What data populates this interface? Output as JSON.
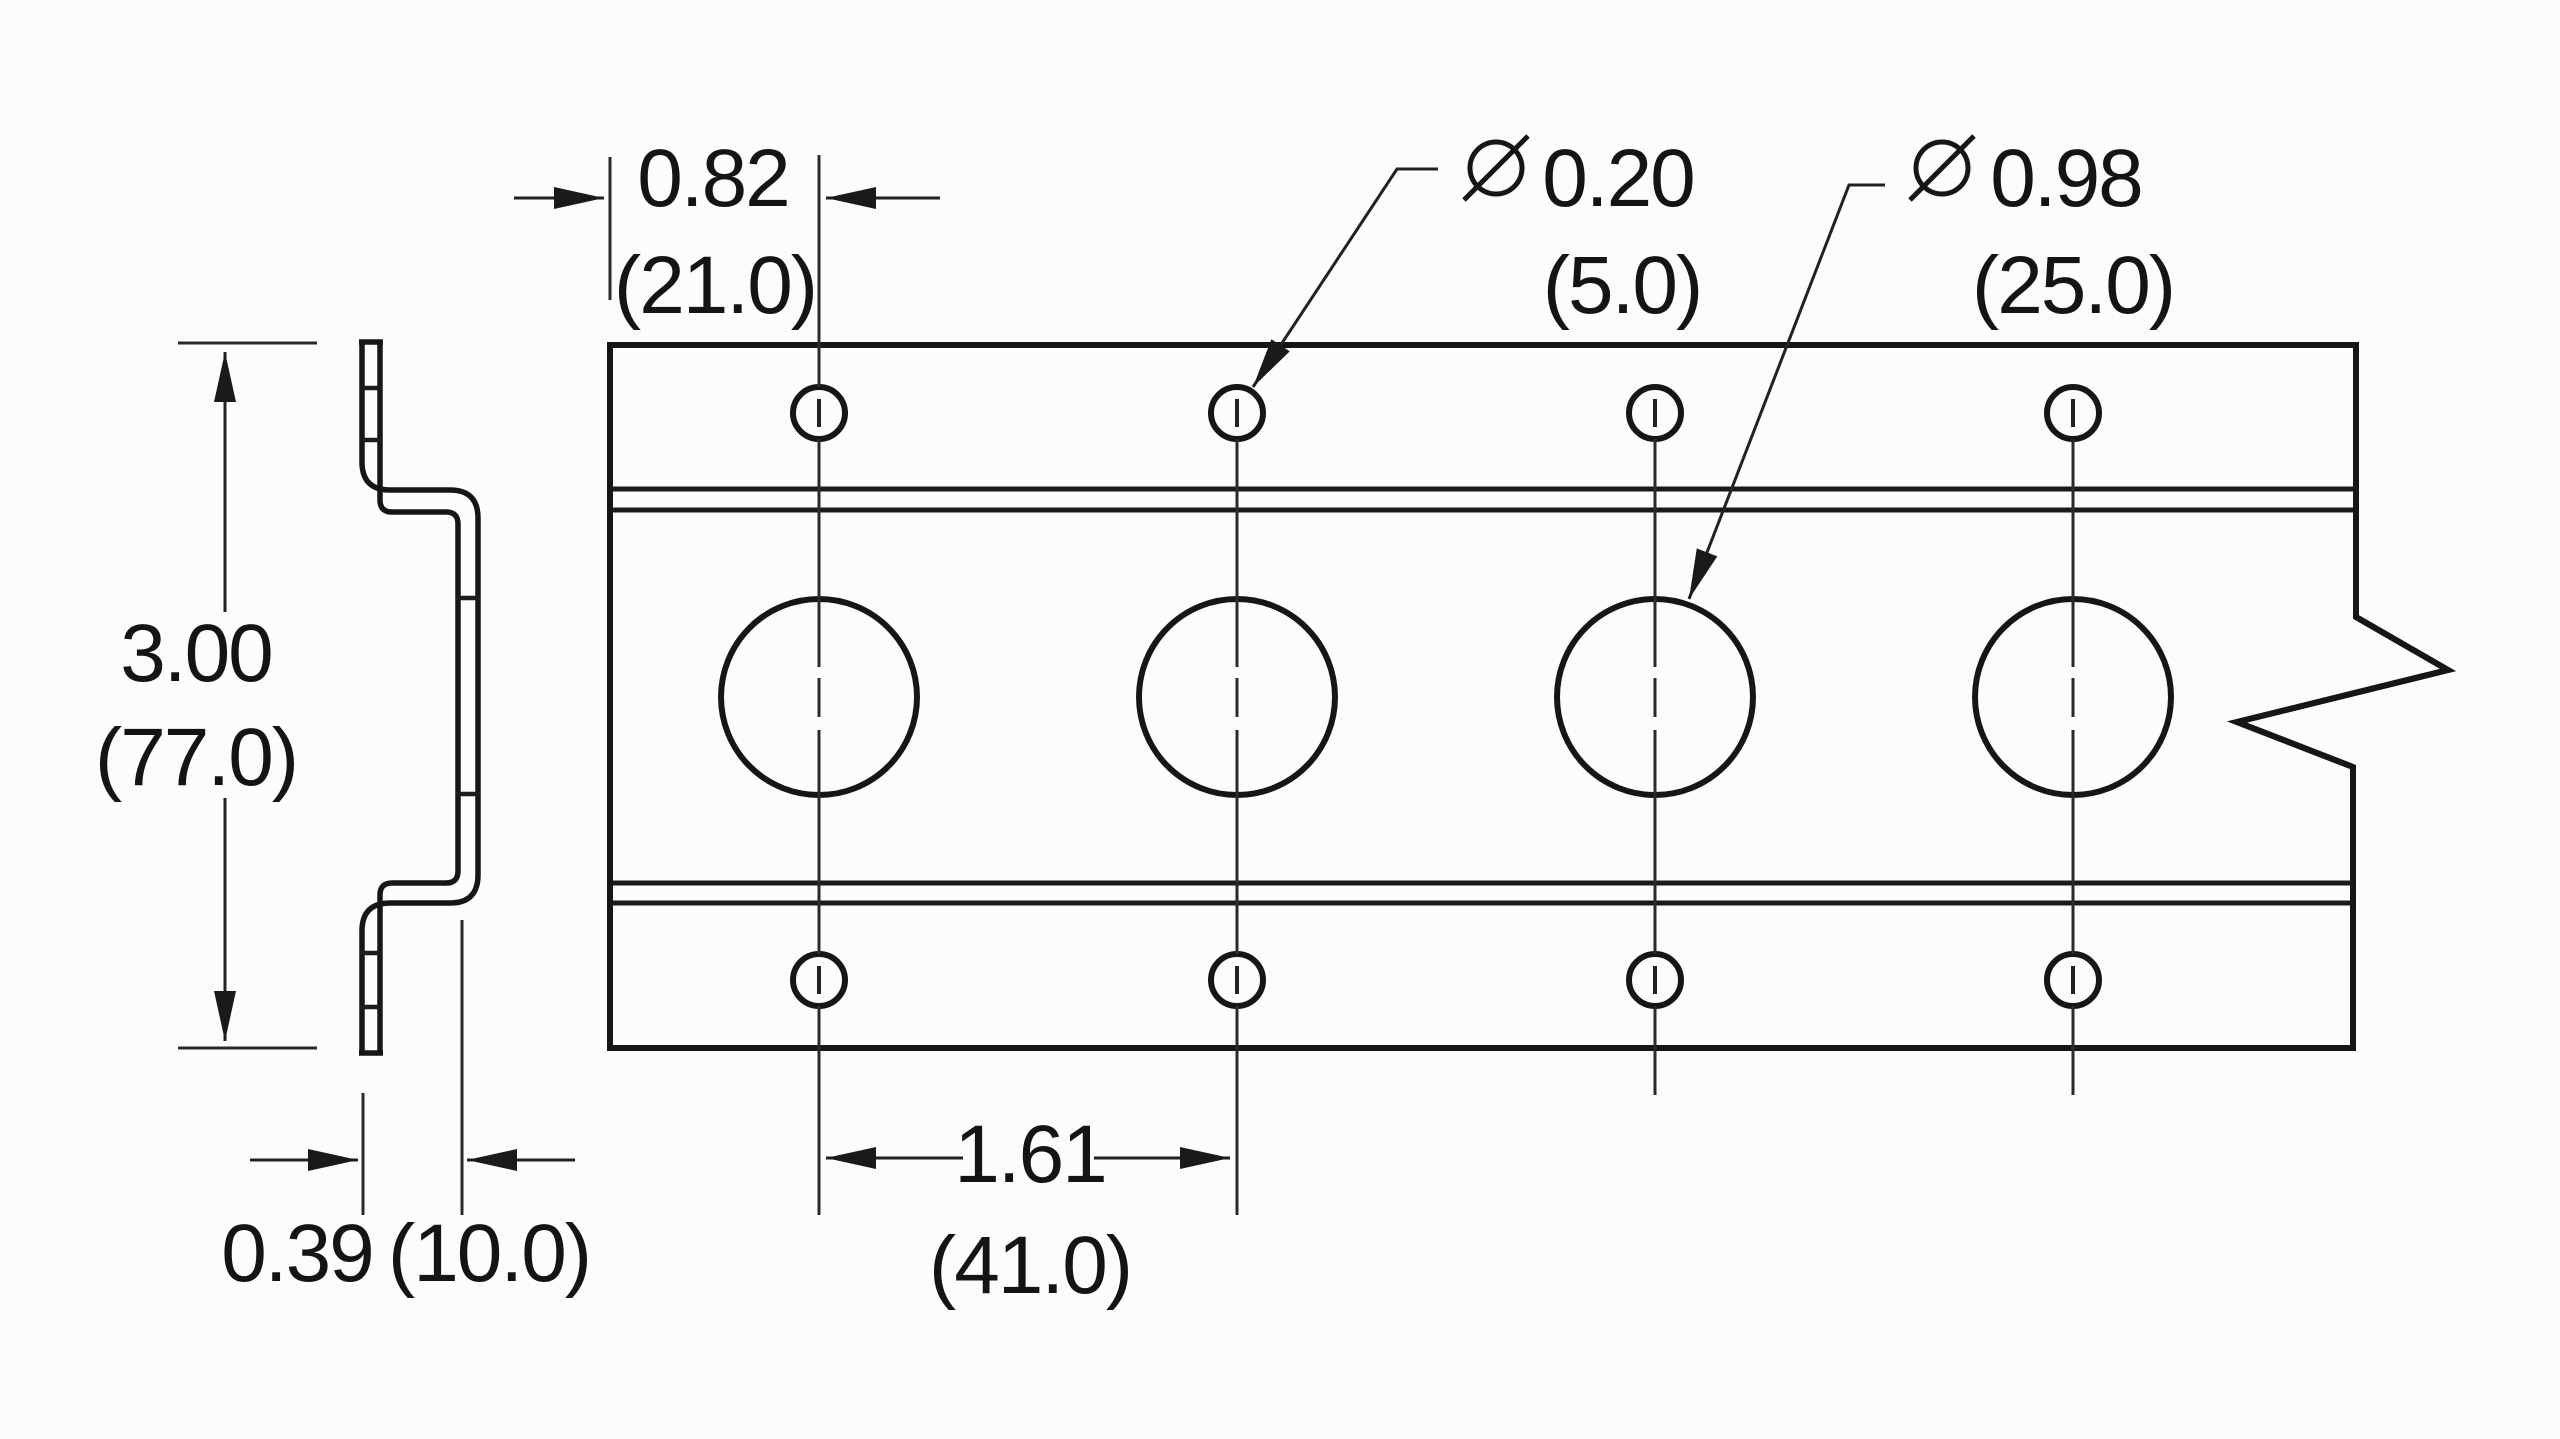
{
  "drawing": {
    "background": "#fcfcfa",
    "line_color": "#161616",
    "description": "dimensioned two-view drawing of slotted strut channel strip",
    "views": {
      "left": "profile-section-view",
      "right": "front-face-view"
    }
  },
  "dims": {
    "overall_height": {
      "inch": "3.00",
      "metric": "(77.0)"
    },
    "profile_depth": {
      "inch": "0.39",
      "metric": "(10.0)"
    },
    "edge_to_first_hole": {
      "inch": "0.82",
      "metric": "(21.0)"
    },
    "hole_pitch": {
      "inch": "1.61",
      "metric": "(41.0)"
    },
    "small_hole_dia": {
      "symbol": "⌀",
      "inch": "0.20",
      "metric": "(5.0)"
    },
    "large_hole_dia": {
      "symbol": "⌀",
      "inch": "0.98",
      "metric": "(25.0)"
    }
  }
}
